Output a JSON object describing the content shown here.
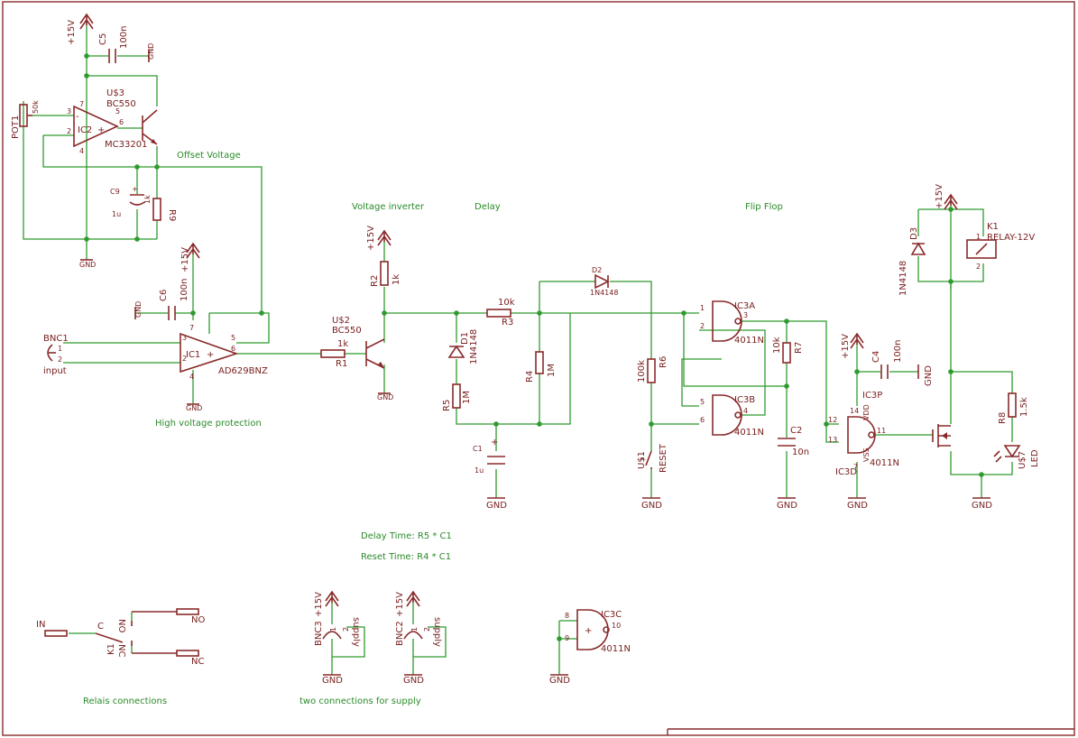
{
  "notes": {
    "offset": "Offset Voltage",
    "inverter": "Voltage inverter",
    "delay": "Delay",
    "flipflop": "Flip Flop",
    "hv": "High voltage protection",
    "delay_time": "Delay Time: R5 * C1",
    "reset_time": "Reset Time: R4 * C1",
    "relais": "Relais connections",
    "supply": "two connections for supply"
  },
  "supply": {
    "v15": "+15V",
    "gnd": "GND"
  },
  "parts": {
    "c5": {
      "name": "C5",
      "value": "100n"
    },
    "u3": {
      "name": "U$3",
      "value": "BC550"
    },
    "ic2": {
      "name": "IC2",
      "value": "MC33201"
    },
    "pot1": {
      "name": "POT1",
      "value": "50k"
    },
    "c9": {
      "name": "C9",
      "value": "1u"
    },
    "r9": {
      "name": "R9",
      "value": "1k"
    },
    "c6": {
      "name": "C6",
      "value": "100n"
    },
    "bnc1": {
      "name": "BNC1",
      "value": "input"
    },
    "ic1": {
      "name": "IC1",
      "value": "AD629BNZ"
    },
    "r1": {
      "name": "R1",
      "value": "1k"
    },
    "u2": {
      "name": "U$2",
      "value": "BC550"
    },
    "r2": {
      "name": "R2",
      "value": "1k"
    },
    "d1": {
      "name": "D1",
      "value": "1N4148"
    },
    "r5": {
      "name": "R5",
      "value": "1M"
    },
    "c1": {
      "name": "C1",
      "value": "1u"
    },
    "r3": {
      "name": "R3",
      "value": "10k"
    },
    "r4": {
      "name": "R4",
      "value": "1M"
    },
    "d2": {
      "name": "D2",
      "value": "1N4148"
    },
    "r6": {
      "name": "R6",
      "value": "100k"
    },
    "u1": {
      "name": "U$1",
      "value": "RESET"
    },
    "ic3a": {
      "name": "IC3A",
      "value": "4011N"
    },
    "ic3b": {
      "name": "IC3B",
      "value": "4011N"
    },
    "r7": {
      "name": "R7",
      "value": "10k"
    },
    "c2": {
      "name": "C2",
      "value": "10n"
    },
    "ic3p": {
      "name": "IC3P",
      "vdd": "VDD",
      "vss": "VSS"
    },
    "c4": {
      "name": "C4",
      "value": "100n"
    },
    "ic3d": {
      "name": "IC3D",
      "value": "4011N"
    },
    "d3": {
      "name": "D3",
      "value": "1N4148"
    },
    "k1": {
      "name": "K1",
      "value": "RELAY-12V"
    },
    "r8": {
      "name": "R8",
      "value": "1.5k"
    },
    "u7": {
      "name": "U$7",
      "value": "LED"
    },
    "bnc3": {
      "name": "BNC3",
      "value": "supply"
    },
    "bnc2": {
      "name": "BNC2",
      "value": "supply"
    },
    "ic3c": {
      "name": "IC3C",
      "value": "4011N"
    },
    "k1c": {
      "name": "K1",
      "in": "IN",
      "c": "C",
      "no": "NO",
      "nc": "NC"
    }
  },
  "pins": {
    "p1": "1",
    "p2": "2",
    "p3": "3",
    "p4": "4",
    "p5": "5",
    "p6": "6",
    "p7": "7",
    "p8": "8",
    "p9": "9",
    "p10": "10",
    "p11": "11",
    "p12": "12",
    "p13": "13",
    "p14": "14",
    "plus": "+",
    "minus": "-"
  },
  "colors": {
    "symbol": "#8a2a2a",
    "wire": "#2f9a2f",
    "note": "#2a8a2a"
  }
}
